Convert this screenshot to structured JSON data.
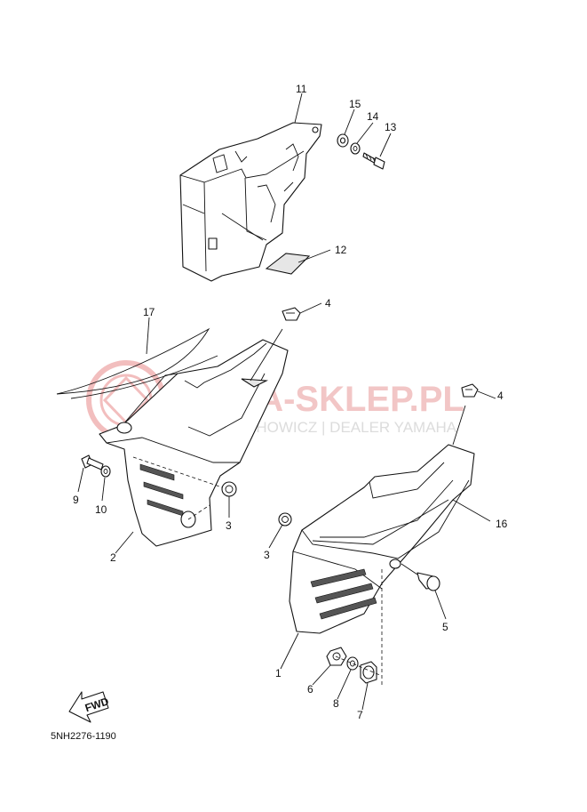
{
  "watermark": {
    "title": "YAMA-SKLEP.PL",
    "subtitle": "WOJCIECHOWICZ | DEALER YAMAHA",
    "color": "#e88a8a"
  },
  "fwd_label": "FWD",
  "diagram_code": "5NH2276-1190",
  "callouts": [
    "11",
    "15",
    "14",
    "13",
    "12",
    "17",
    "4",
    "4",
    "9",
    "10",
    "3",
    "2",
    "3",
    "16",
    "5",
    "1",
    "6",
    "8",
    "7"
  ],
  "parts": [
    {
      "number": "1",
      "name": "side-cover-right"
    },
    {
      "number": "2",
      "name": "side-cover-left"
    },
    {
      "number": "3",
      "name": "grommet"
    },
    {
      "number": "4",
      "name": "nut-clip"
    },
    {
      "number": "5",
      "name": "fastener-screw"
    },
    {
      "number": "6",
      "name": "nut"
    },
    {
      "number": "7",
      "name": "collar"
    },
    {
      "number": "8",
      "name": "washer"
    },
    {
      "number": "9",
      "name": "bolt"
    },
    {
      "number": "10",
      "name": "washer"
    },
    {
      "number": "11",
      "name": "cover-box"
    },
    {
      "number": "12",
      "name": "plate"
    },
    {
      "number": "13",
      "name": "bolt"
    },
    {
      "number": "14",
      "name": "spring-washer"
    },
    {
      "number": "15",
      "name": "washer"
    },
    {
      "number": "16",
      "name": "graphic-right"
    },
    {
      "number": "17",
      "name": "graphic-left"
    }
  ]
}
